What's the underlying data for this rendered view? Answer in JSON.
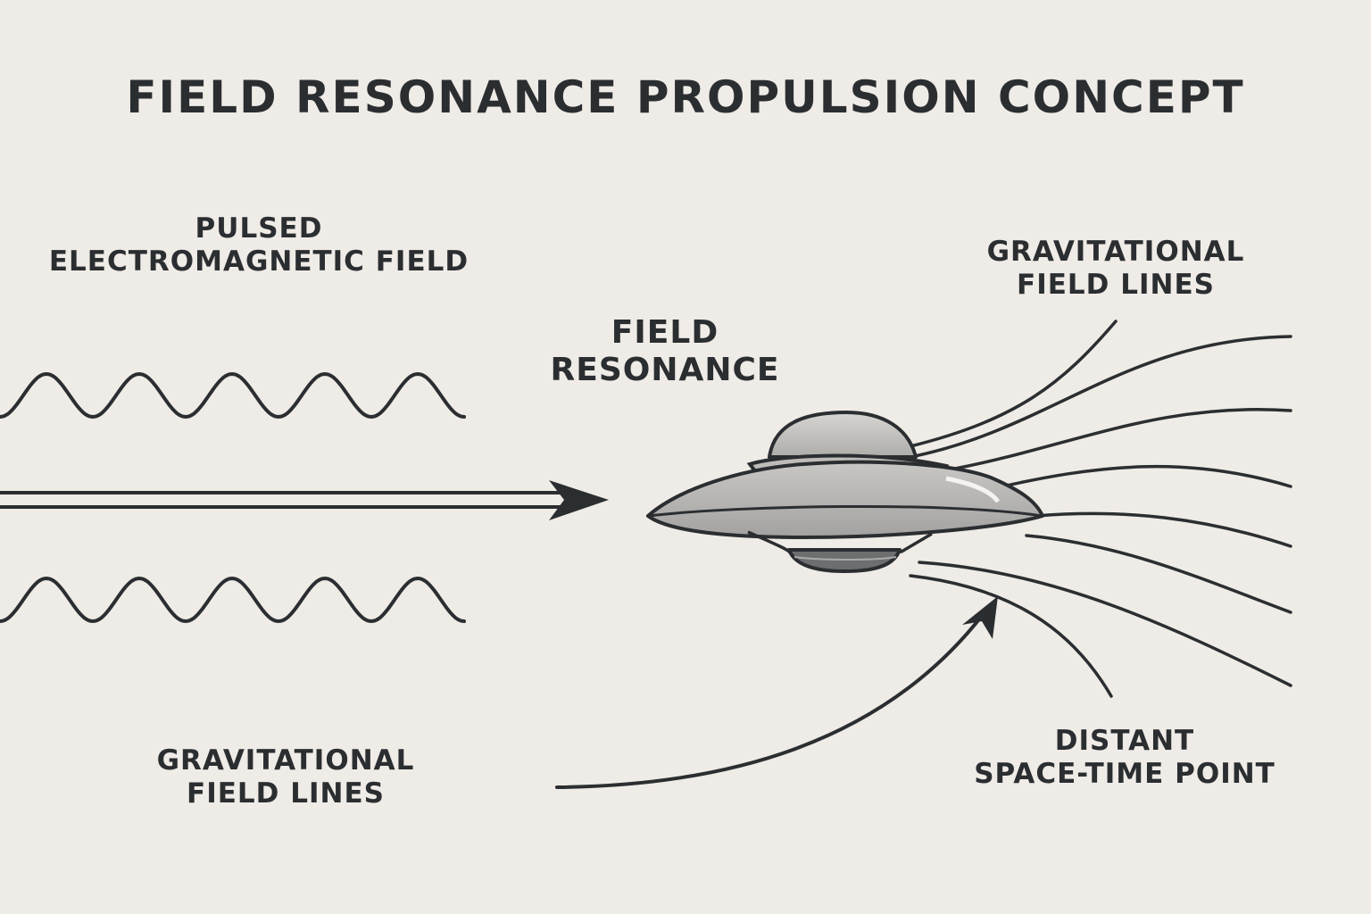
{
  "title": "FIELD RESONANCE PROPULSION CONCEPT",
  "labels": {
    "pulsed_field": [
      "PULSED",
      "ELECTROMAGNETIC FIELD"
    ],
    "field_resonance": [
      "FIELD",
      "RESONANCE"
    ],
    "grav_lines_top": [
      "GRAVITATIONAL",
      "FIELD LINES"
    ],
    "grav_lines_bottom": [
      "GRAVITATIONAL",
      "FIELD LINES"
    ],
    "distant_point": [
      "DISTANT",
      "SPACE-TIME POINT"
    ]
  },
  "colors": {
    "background": "#efebe6",
    "ink": "#2b2e31",
    "craft_body": "#b9b9b7",
    "craft_dome": "#c9c8c5",
    "craft_underside": "#6d6e6f"
  },
  "icons": {
    "craft": "flying-saucer-icon"
  }
}
